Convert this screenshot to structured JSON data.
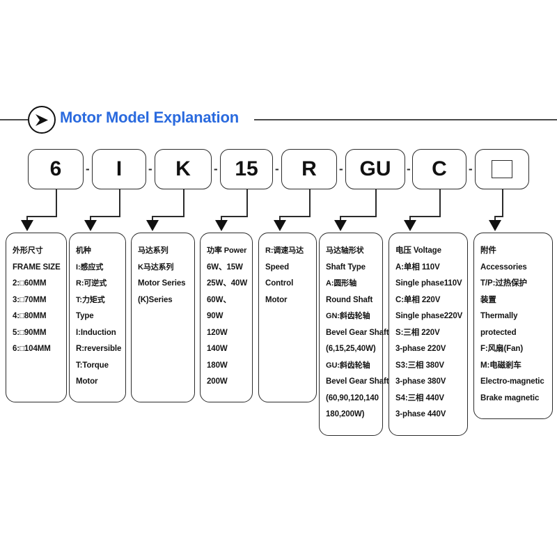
{
  "header": {
    "title": "Motor Model Explanation",
    "accent_color": "#2a6ade",
    "icon": "play-arrow-circle-icon"
  },
  "model_code": {
    "separator": "-",
    "segments": [
      {
        "label": "6",
        "type": "text"
      },
      {
        "label": "I",
        "type": "text"
      },
      {
        "label": "K",
        "type": "text"
      },
      {
        "label": "15",
        "type": "text"
      },
      {
        "label": "R",
        "type": "text"
      },
      {
        "label": "GU",
        "type": "text"
      },
      {
        "label": "C",
        "type": "text"
      },
      {
        "label": "",
        "type": "empty-square"
      }
    ]
  },
  "columns": [
    {
      "name": "frame-size",
      "lines": [
        "外形尺寸",
        "FRAME SIZE",
        "2:□60MM",
        "3:□70MM",
        "4:□80MM",
        "5:□90MM",
        "6:□104MM"
      ]
    },
    {
      "name": "type",
      "lines": [
        "机种",
        "I:感应式",
        "R:可逆式",
        "T:力矩式",
        "Type",
        "I:Induction",
        "R:reversible",
        "T:Torque",
        "Motor"
      ]
    },
    {
      "name": "motor-series",
      "lines": [
        "马达系列",
        "K马达系列",
        "Motor Series",
        "(K)Series"
      ]
    },
    {
      "name": "power",
      "lines": [
        "功率 Power",
        "6W、15W",
        "25W、40W",
        "60W、",
        "90W",
        "120W",
        "140W",
        "180W",
        "200W"
      ]
    },
    {
      "name": "speed-control",
      "lines": [
        "R:调速马达",
        "Speed",
        "Control",
        "Motor"
      ]
    },
    {
      "name": "shaft-type",
      "lines": [
        "马达轴形状",
        "Shaft Type",
        "A:圆形轴",
        "Round Shaft",
        "GN:斜齿轮轴",
        "Bevel Gear Shaft",
        "(6,15,25,40W)",
        "GU:斜齿轮轴",
        "Bevel Gear Shaft",
        "(60,90,120,140",
        "180,200W)"
      ]
    },
    {
      "name": "voltage",
      "lines": [
        "电压 Voltage",
        "A:单相 110V",
        "Single phase110V",
        "C:单相 220V",
        "Single phase220V",
        "S:三相 220V",
        "3-phase 220V",
        "S3:三相 380V",
        "3-phase 380V",
        "S4:三相 440V",
        "3-phase 440V"
      ]
    },
    {
      "name": "accessories",
      "lines": [
        "附件",
        "Accessories",
        "T/P:过热保护",
        "装置",
        "Thermally",
        "protected",
        "F:风扇(Fan)",
        "M:电磁剎车",
        "Electro-magnetic",
        "Brake magnetic"
      ]
    }
  ]
}
